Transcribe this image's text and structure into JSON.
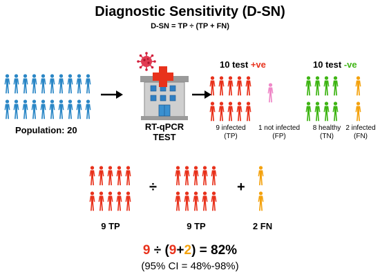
{
  "title": "Diagnostic Sensitivity (D-SN)",
  "formula": "D-SN = TP ÷ (TP + FN)",
  "population_label": "Population: 20",
  "test_label_line1": "RT-qPCR",
  "test_label_line2": "TEST",
  "positive": {
    "prefix": "10 test ",
    "sign": "+ve"
  },
  "negative": {
    "prefix": "10 test ",
    "sign": "-ve"
  },
  "groups": {
    "tp": {
      "line1": "9 infected",
      "line2": "(TP)"
    },
    "fp": {
      "line1": "1 not infected",
      "line2": "(FP)"
    },
    "tn": {
      "line1": "8 healthy",
      "line2": "(TN)"
    },
    "fn": {
      "line1": "2 infected",
      "line2": "(FN)"
    }
  },
  "equation": {
    "divide": "÷",
    "plus": "+",
    "left_label": "9 TP",
    "mid_label": "9 TP",
    "right_label": "2 FN"
  },
  "result": {
    "num": "9",
    "div": " ÷ (",
    "tp": "9",
    "plus": "+",
    "fn": "2",
    "close": ") = 82%",
    "ci": "(95% CI = 48%-98%)"
  },
  "colors": {
    "population": "#2b87c6",
    "infected": "#e8321c",
    "not_infected": "#ef89c8",
    "healthy": "#3fb515",
    "false_negative": "#f4a20e",
    "virus": "#d21f3c",
    "building": "#c9c9c9",
    "cross": "#e8321c"
  }
}
